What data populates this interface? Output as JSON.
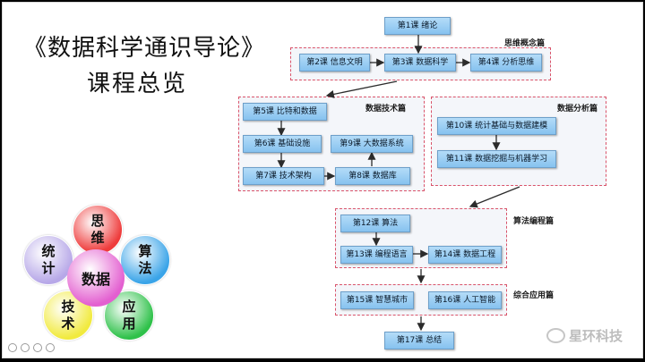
{
  "title": {
    "line1": "《数据科学通识导论》",
    "line2": "课程总览"
  },
  "groups": {
    "thinking": "思维概念篇",
    "tech": "数据技术篇",
    "analysis": "数据分析篇",
    "algorithm": "算法编程篇",
    "application": "综合应用篇"
  },
  "nodes": {
    "c1": "第1课 绪论",
    "c2": "第2课 信息文明",
    "c3": "第3课 数据科学",
    "c4": "第4课 分析思维",
    "c5": "第5课 比特和数据",
    "c6": "第6课 基础设施",
    "c7": "第7课 技术架构",
    "c8": "第8课 数据库",
    "c9": "第9课 大数据系统",
    "c10": "第10课 统计基础与数据建模",
    "c11": "第11课 数据挖掘与机器学习",
    "c12": "第12课 算法",
    "c13": "第13课 编程语言",
    "c14": "第14课 数据工程",
    "c15": "第15课 智慧城市",
    "c16": "第16课 人工智能",
    "c17": "第17课 总结"
  },
  "flower": {
    "center": "数据",
    "petals": {
      "thinking": "思维",
      "algorithm": "算法",
      "application": "应用",
      "technology": "技术",
      "statistics": "统计"
    },
    "colors": {
      "thinking": "#ee3b3b",
      "algorithm": "#3aa4e8",
      "application": "#2fc14a",
      "technology": "#f1ea3f",
      "statistics": "#b7a8e8",
      "center": "#e35fd0"
    }
  },
  "watermark": "星环科技"
}
